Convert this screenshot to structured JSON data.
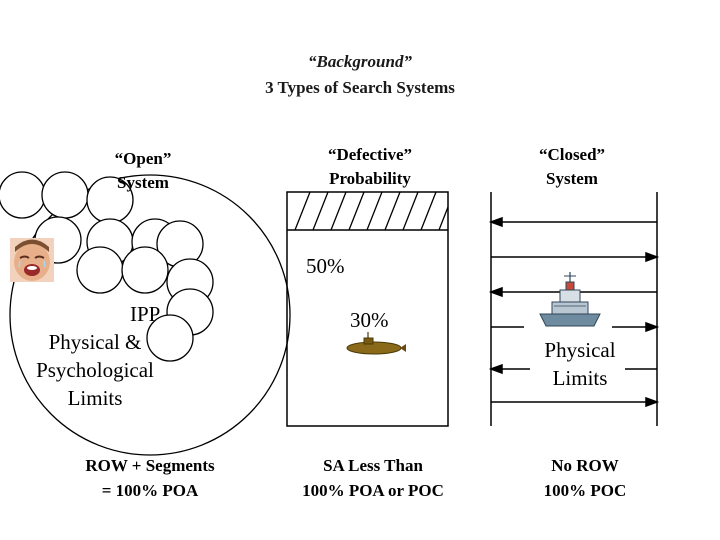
{
  "title": {
    "line1": "“Background”",
    "line2": "3 Types of Search Systems"
  },
  "columns": {
    "open": {
      "header_line1": "“Open”",
      "header_line2": "System",
      "inner_label1": "IPP",
      "inner_label2": "Physical &",
      "inner_label3": "Psychological",
      "inner_label4": "Limits",
      "caption_line1": "ROW + Segments",
      "caption_line2": "= 100% POA",
      "icon": "crying-child-photo"
    },
    "defective": {
      "header_line1": "“Defective”",
      "header_line2": "Probability",
      "upper_percent": "50%",
      "lower_percent": "30%",
      "caption_line1": "SA Less Than",
      "caption_line2": "100% POA or POC",
      "icon": "submarine-icon"
    },
    "closed": {
      "header_line1": "“Closed”",
      "header_line2": "System",
      "inner_label1": "Physical",
      "inner_label2": "Limits",
      "caption_line1": "No ROW",
      "caption_line2": "100% POC",
      "icon": "ship-icon"
    }
  },
  "colors": {
    "header_text": "#1a1a1a",
    "lines": "#000000",
    "skin": "#e8b08a",
    "submarine": "#8a6a1a",
    "ship_hull": "#6f8ba0"
  }
}
